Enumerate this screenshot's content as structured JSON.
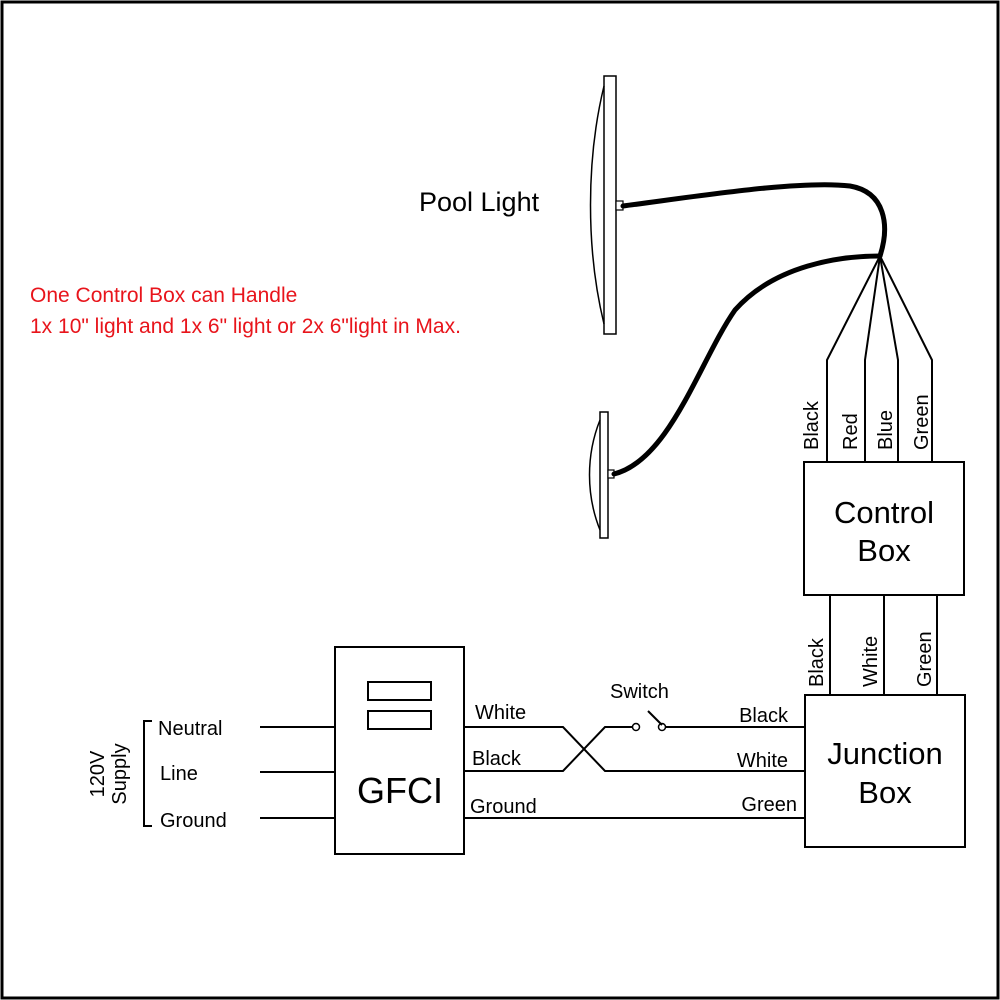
{
  "note": {
    "line1": "One  Control  Box  can  Handle",
    "line2": "1x 10\" light and 1x 6\" light or 2x 6\"light in Max.",
    "color": "#e8141b"
  },
  "pool_light": {
    "label": "Pool Light"
  },
  "control_box": {
    "label_line1": "Control",
    "label_line2": "Box",
    "top_wires": [
      "Black",
      "Red",
      "Blue",
      "Green"
    ],
    "bottom_wires": [
      "Black",
      "White",
      "Green"
    ]
  },
  "junction_box": {
    "label_line1": "Junction",
    "label_line2": "Box",
    "inputs": [
      "Black",
      "White",
      "Green"
    ]
  },
  "gfci": {
    "label": "GFCI",
    "outputs": [
      "White",
      "Black",
      "Ground"
    ]
  },
  "switch": {
    "label": "Switch"
  },
  "supply": {
    "label_line1": "120V",
    "label_line2": "Supply",
    "wires": [
      "Neutral",
      "Line",
      "Ground"
    ]
  }
}
